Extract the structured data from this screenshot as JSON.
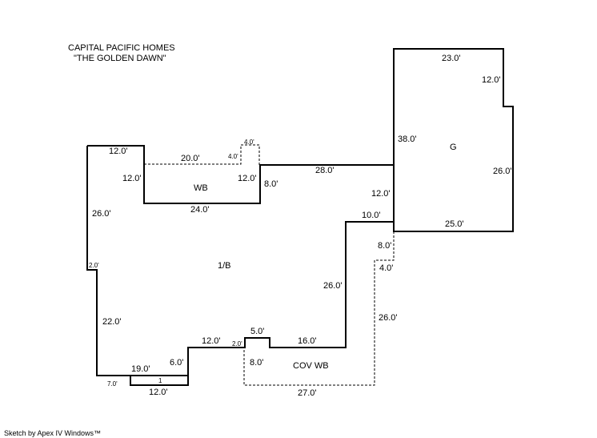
{
  "header": {
    "line1": "CAPITAL PACIFIC HOMES",
    "line2": "\"THE GOLDEN DAWN\""
  },
  "footer": "Sketch by Apex IV Windows™",
  "areas": {
    "wb": "WB",
    "main": "1/B",
    "garage": "G",
    "cov_wb": "COV WB",
    "unit": "1"
  },
  "dims": {
    "wb_top_left": "12.0'",
    "wb_dashed": "20.0'",
    "wb_notch_top": "4.0'",
    "wb_notch_side": "4.0'",
    "wb_left": "12.0'",
    "wb_right": "12.0'",
    "wb_bottom": "24.0'",
    "wb_step": "8.0'",
    "connector": "28.0'",
    "left_wall": "26.0'",
    "left_jog": "2.0'",
    "left_lower": "22.0'",
    "bottom_19": "19.0'",
    "bottom_7": "7.0'",
    "bottom_12": "12.0'",
    "step_6": "6.0'",
    "mid_12": "12.0'",
    "jog_2": "2.0'",
    "bump_5": "5.0'",
    "seg_16": "16.0'",
    "right_26": "26.0'",
    "seg_10": "10.0'",
    "g_left_12": "12.0'",
    "g_top": "23.0'",
    "g_notch": "12.0'",
    "g_left": "38.0'",
    "g_right": "26.0'",
    "g_bottom": "25.0'",
    "cov_8a": "8.0'",
    "cov_4": "4.0'",
    "cov_26": "26.0'",
    "cov_27": "27.0'",
    "cov_8b": "8.0'"
  }
}
